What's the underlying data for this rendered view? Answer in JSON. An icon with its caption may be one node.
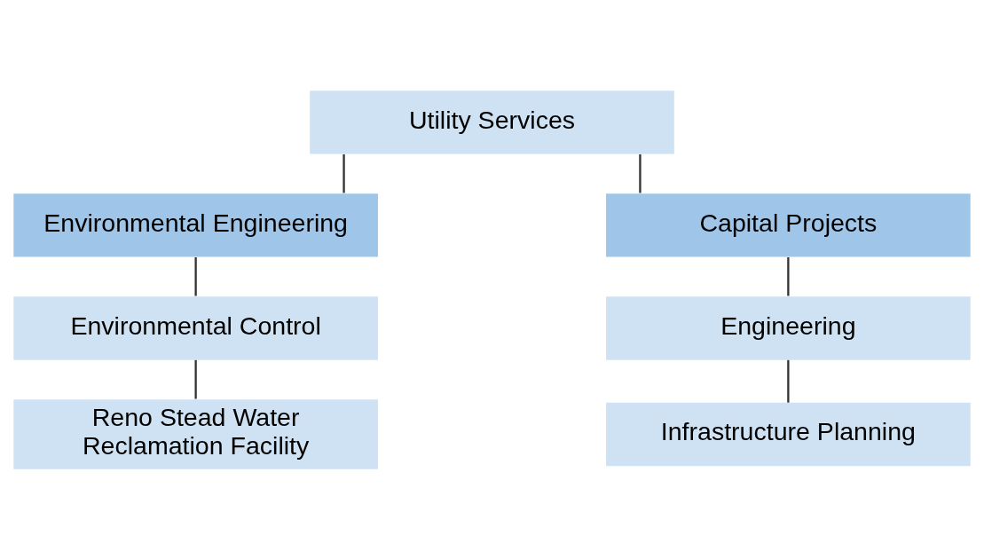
{
  "diagram": {
    "nodes": [
      {
        "text": [
          "Utility Services"
        ]
      },
      {
        "text": [
          "Environmental Engineering"
        ]
      },
      {
        "text": [
          "Capital Projects"
        ]
      },
      {
        "text": [
          "Environmental Control"
        ]
      },
      {
        "text": [
          "Reno Stead Water Reclamation Facility"
        ]
      },
      {
        "text": [
          "Engineering"
        ]
      },
      {
        "text": [
          "Infrastructure Planning"
        ]
      }
    ],
    "edges": [
      {
        "from": 0,
        "to": 1,
        "arrow": "none"
      },
      {
        "from": 0,
        "to": 2,
        "arrow": "none"
      },
      {
        "from": 1,
        "to": 3,
        "arrow": "none"
      },
      {
        "from": 3,
        "to": 4,
        "arrow": "none"
      },
      {
        "from": 2,
        "to": 5,
        "arrow": "none"
      },
      {
        "from": 5,
        "to": 6,
        "arrow": "none"
      }
    ]
  }
}
